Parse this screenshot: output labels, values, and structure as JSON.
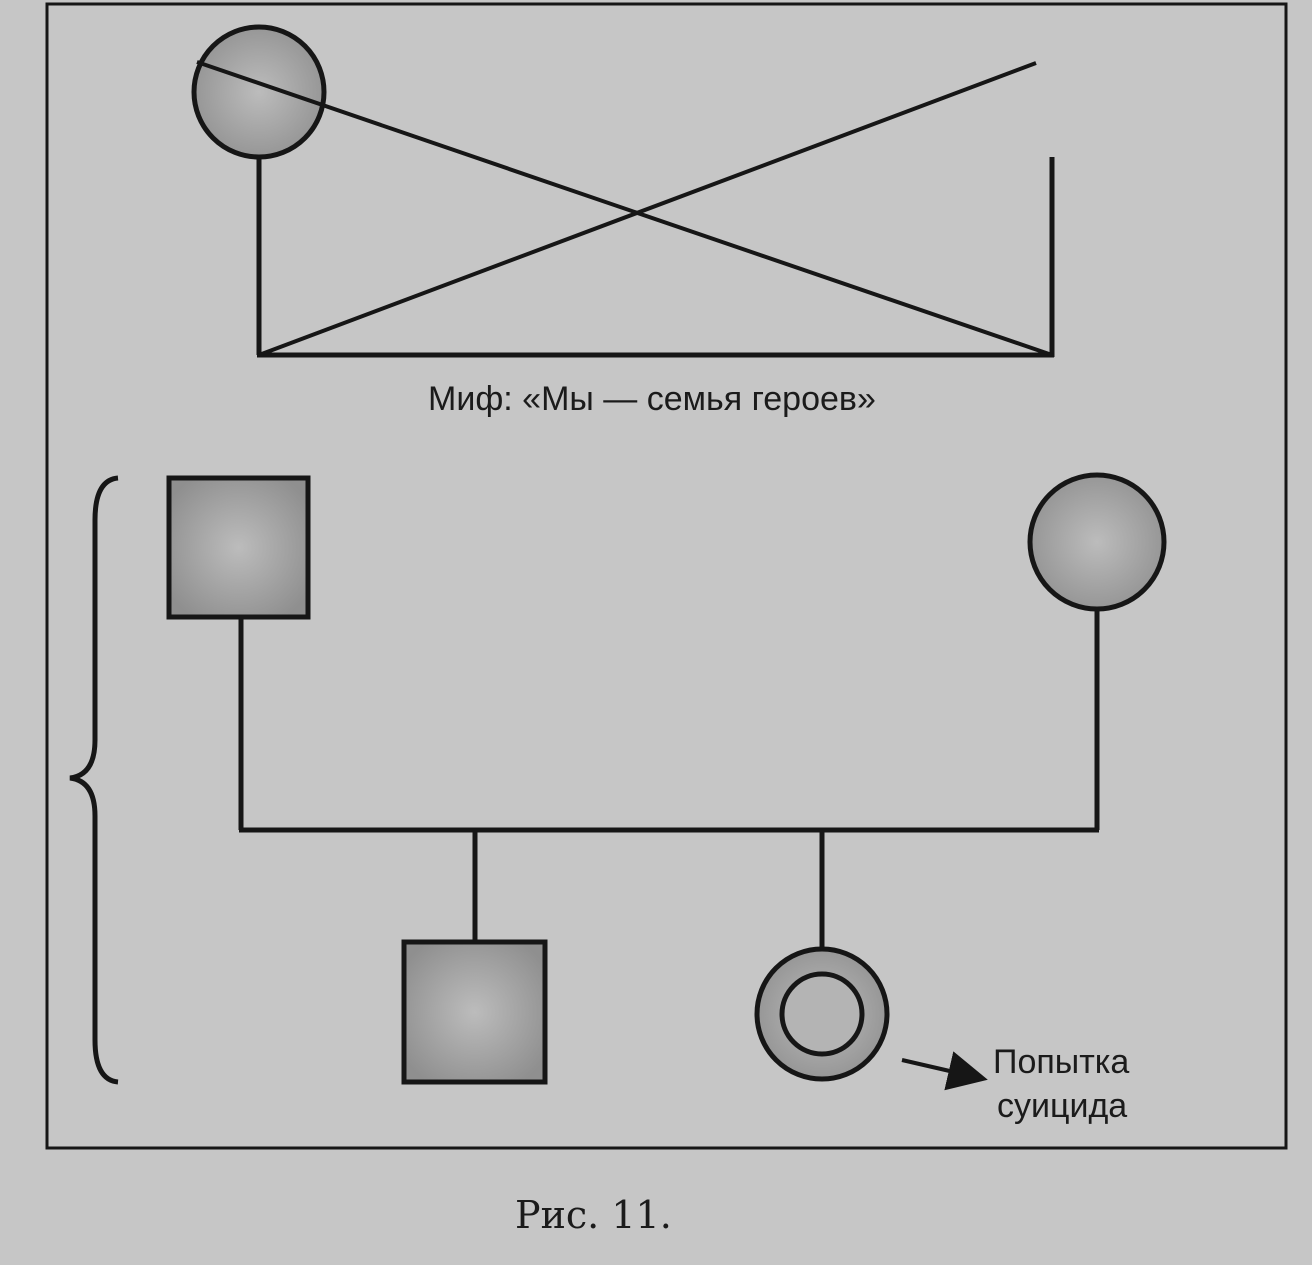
{
  "diagram": {
    "myth_label": "Миф: «Мы — семья героев»",
    "suicide_label_line1": "Попытка",
    "suicide_label_line2": "суицида"
  },
  "caption": "Рис. 11.",
  "colors": {
    "background": "#c6c6c6",
    "line": "#161616",
    "shape_fill": "#9a9a9a",
    "shape_center": "#b8b8b8"
  }
}
